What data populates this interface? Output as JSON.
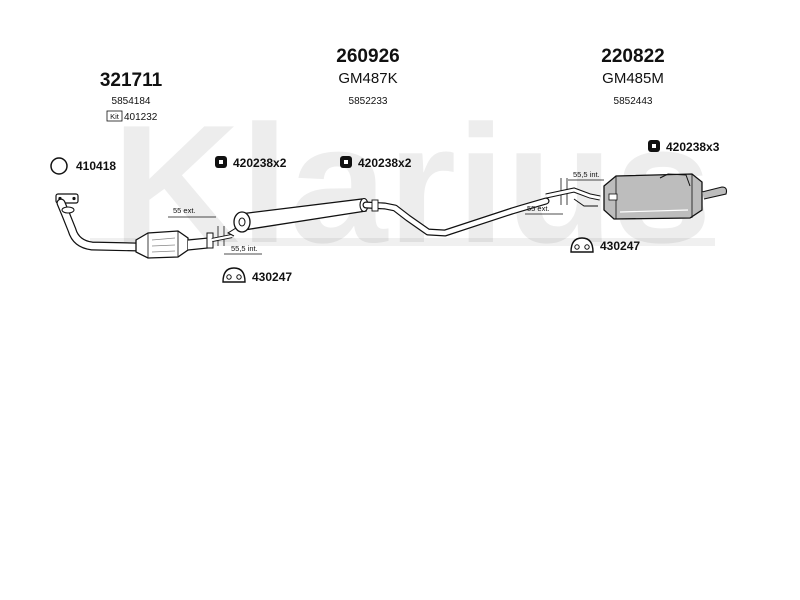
{
  "watermark": "Klarius",
  "parts": {
    "downpipe": {
      "number": "321711",
      "oem": "5854184",
      "kit_badge": "Kit",
      "kit_number": "401232"
    },
    "center_silencer": {
      "number": "260926",
      "code": "GM487K",
      "oem": "5852233"
    },
    "rear_silencer": {
      "number": "220822",
      "code": "GM485M",
      "oem": "5852443"
    }
  },
  "fittings": {
    "ring": "410418",
    "clamp_a": "420238x2",
    "clamp_b": "420238x2",
    "clamp_c": "420238x3",
    "hanger_left": "430247",
    "hanger_right": "430247"
  },
  "dimensions": {
    "ext_left": "55 ext.",
    "int_left": "55,5 int.",
    "int_right": "55,5 int.",
    "ext_right": "55 ext."
  }
}
